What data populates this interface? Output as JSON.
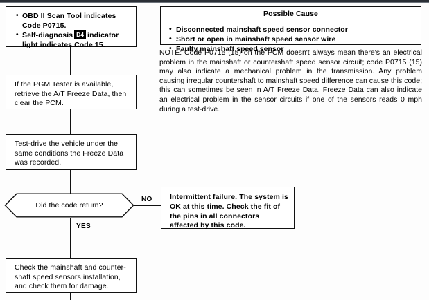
{
  "document": {
    "type": "diagnostic-troubleshooting-flowchart",
    "code": "P0715"
  },
  "symptom_box": {
    "bullets": [
      {
        "prefix": "OBD II Scan Tool indicates Code P0715.",
        "has_indicator": false
      },
      {
        "before": "Self-diagnosis",
        "indicator": "D4",
        "after": "indicator light indicates Code 15.",
        "has_indicator": true
      }
    ]
  },
  "steps": [
    {
      "id": "step-pgm-tester",
      "text": "If the PGM Tester is available, retrieve the A/T Freeze Data, then clear the PCM."
    },
    {
      "id": "step-test-drive",
      "text": "Test-drive the vehicle under the same conditions the Freeze Data was recorded."
    },
    {
      "id": "step-check-sensors",
      "text": "Check the mainshaft and counter-shaft speed sensors installation, and check them for damage."
    }
  ],
  "decision": {
    "question": "Did the code return?",
    "yes_label": "YES",
    "no_label": "NO"
  },
  "intermittent_box": {
    "text": "Intermittent failure. The system is OK at this time. Check the fit of the pins in all connectors affected by this code."
  },
  "possible_cause": {
    "header": "Possible Cause",
    "items": [
      "Disconnected mainshaft speed sensor connector",
      "Short or open in mainshaft speed sensor wire",
      "Faulty mainshaft speed sensor"
    ]
  },
  "note": {
    "text": "NOTE: Code P0715 (15) on the PCM doesn't always mean there's an electrical problem in the mainshaft or countershaft speed sensor circuit; code P0715 (15) may also indicate a mechanical problem in the transmission. Any problem causing irregular countershaft to mainshaft speed difference can cause this code; this can sometimes be seen in A/T Freeze Data. Freeze Data can also indicate an electrical problem in the sensor circuits if one of the sensors reads 0 mph during a test-drive."
  },
  "colors": {
    "ink": "#111111",
    "paper": "#ffffff"
  }
}
